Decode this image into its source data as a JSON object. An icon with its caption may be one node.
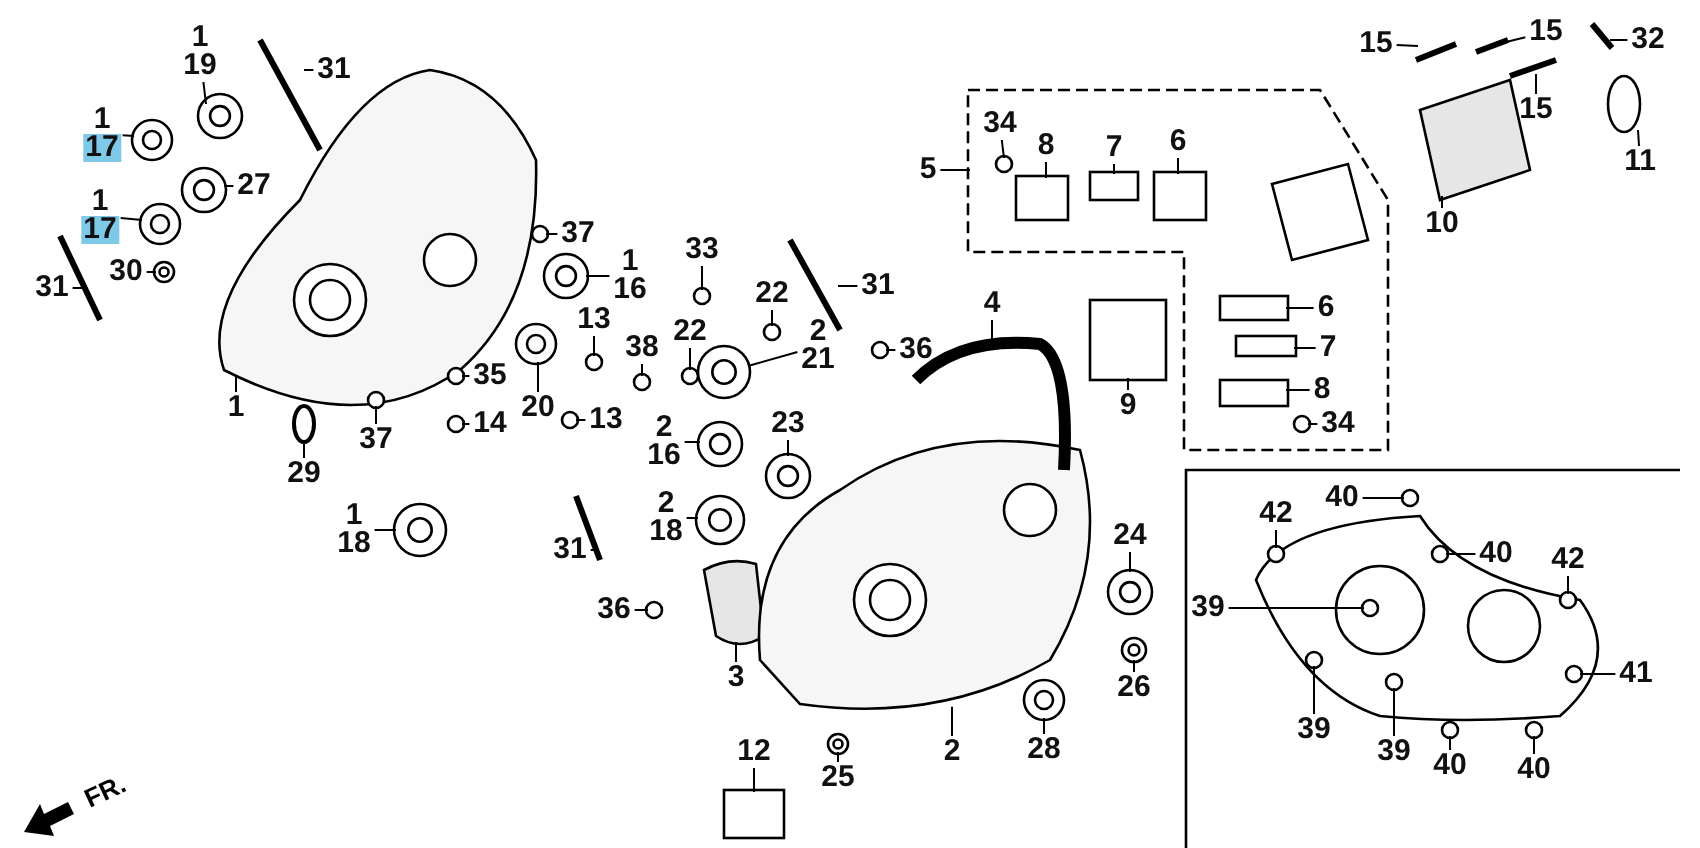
{
  "diagram": {
    "nodes": [
      {
        "text": [
          "1",
          "19"
        ]
      },
      {
        "text": [
          "31"
        ]
      },
      {
        "text": [
          "1",
          "17"
        ]
      },
      {
        "text": [
          "27"
        ]
      },
      {
        "text": [
          "1",
          "17"
        ]
      },
      {
        "text": [
          "30"
        ]
      },
      {
        "text": [
          "31"
        ]
      },
      {
        "text": [
          "1"
        ]
      },
      {
        "text": [
          "37"
        ]
      },
      {
        "text": [
          "1",
          "16"
        ]
      },
      {
        "text": [
          "33"
        ]
      },
      {
        "text": [
          "22"
        ]
      },
      {
        "text": [
          "13"
        ]
      },
      {
        "text": [
          "22"
        ]
      },
      {
        "text": [
          "38"
        ]
      },
      {
        "text": [
          "2",
          "21"
        ]
      },
      {
        "text": [
          "31"
        ]
      },
      {
        "text": [
          "36"
        ]
      },
      {
        "text": [
          "35"
        ]
      },
      {
        "text": [
          "20"
        ]
      },
      {
        "text": [
          "13"
        ]
      },
      {
        "text": [
          "14"
        ]
      },
      {
        "text": [
          "37"
        ]
      },
      {
        "text": [
          "2",
          "16"
        ]
      },
      {
        "text": [
          "23"
        ]
      },
      {
        "text": [
          "29"
        ]
      },
      {
        "text": [
          "1",
          "18"
        ]
      },
      {
        "text": [
          "2",
          "18"
        ]
      },
      {
        "text": [
          "31"
        ]
      },
      {
        "text": [
          "36"
        ]
      },
      {
        "text": [
          "3"
        ]
      },
      {
        "text": [
          "2"
        ]
      },
      {
        "text": [
          "12"
        ]
      },
      {
        "text": [
          "25"
        ]
      },
      {
        "text": [
          "28"
        ]
      },
      {
        "text": [
          "24"
        ]
      },
      {
        "text": [
          "26"
        ]
      },
      {
        "text": [
          "4"
        ]
      },
      {
        "text": [
          "5"
        ]
      },
      {
        "text": [
          "34"
        ],
        "in": 102
      },
      {
        "text": [
          "8"
        ],
        "in": 102
      },
      {
        "text": [
          "7"
        ],
        "in": 102
      },
      {
        "text": [
          "6"
        ],
        "in": 102
      },
      {
        "text": [
          "9"
        ]
      },
      {
        "text": [
          "6"
        ],
        "in": 102
      },
      {
        "text": [
          "7"
        ],
        "in": 102
      },
      {
        "text": [
          "8"
        ],
        "in": 102
      },
      {
        "text": [
          "34"
        ],
        "in": 102
      },
      {
        "text": [
          "15"
        ]
      },
      {
        "text": [
          "15"
        ]
      },
      {
        "text": [
          "15"
        ]
      },
      {
        "text": [
          "10"
        ]
      },
      {
        "text": [
          "32"
        ]
      },
      {
        "text": [
          "11"
        ]
      },
      {
        "text": [
          "40"
        ]
      },
      {
        "text": [
          "42"
        ]
      },
      {
        "text": [
          "40"
        ]
      },
      {
        "text": [
          "42"
        ]
      },
      {
        "text": [
          "39"
        ]
      },
      {
        "text": [
          "41"
        ]
      },
      {
        "text": [
          "39"
        ]
      },
      {
        "text": [
          "39"
        ]
      },
      {
        "text": [
          "40"
        ]
      },
      {
        "text": [
          "40"
        ]
      },
      {
        "text": [],
        "shape": "picture"
      },
      {
        "text": [],
        "shape": "picture"
      },
      {
        "text": [],
        "shape": "picture"
      },
      {
        "text": [],
        "shape": "picture"
      },
      {
        "text": [],
        "shape": "picture"
      },
      {
        "text": [],
        "shape": "picture"
      },
      {
        "text": [],
        "shape": "picture"
      },
      {
        "text": [],
        "shape": "picture"
      },
      {
        "text": [],
        "shape": "circle"
      },
      {
        "text": [],
        "shape": "picture"
      },
      {
        "text": [],
        "shape": "circle"
      },
      {
        "text": [],
        "shape": "circle"
      },
      {
        "text": [],
        "shape": "circle"
      },
      {
        "text": [],
        "shape": "circle"
      },
      {
        "text": [],
        "shape": "circle"
      },
      {
        "text": [],
        "shape": "picture"
      },
      {
        "text": [],
        "shape": "picture"
      },
      {
        "text": [],
        "shape": "circle"
      },
      {
        "text": [],
        "shape": "circle"
      },
      {
        "text": [],
        "shape": "picture"
      },
      {
        "text": [],
        "shape": "circle"
      },
      {
        "text": [],
        "shape": "circle"
      },
      {
        "text": [],
        "shape": "circle"
      },
      {
        "text": [],
        "shape": "picture"
      },
      {
        "text": [],
        "shape": "picture"
      },
      {
        "text": [],
        "shape": "circle"
      },
      {
        "text": [],
        "shape": "picture"
      },
      {
        "text": [],
        "shape": "picture"
      },
      {
        "text": [],
        "shape": "picture"
      },
      {
        "text": [],
        "shape": "circle"
      },
      {
        "text": [],
        "shape": "picture"
      },
      {
        "text": [],
        "shape": "picture"
      },
      {
        "text": [],
        "shape": "box"
      },
      {
        "text": [],
        "shape": "picture"
      },
      {
        "text": [],
        "shape": "picture"
      },
      {
        "text": [],
        "shape": "picture"
      },
      {
        "text": [],
        "shape": "picture"
      },
      {
        "text": [],
        "shape": "picture"
      },
      {
        "text": [],
        "shape": "box"
      },
      {
        "text": [],
        "shape": "circle",
        "in": 102
      },
      {
        "text": [],
        "shape": "box",
        "in": 102
      },
      {
        "text": [],
        "shape": "box",
        "in": 102
      },
      {
        "text": [],
        "shape": "box",
        "in": 102
      },
      {
        "text": [],
        "shape": "box"
      },
      {
        "text": [],
        "shape": "box",
        "in": 102
      },
      {
        "text": [],
        "shape": "box",
        "in": 102
      },
      {
        "text": [],
        "shape": "box",
        "in": 102
      },
      {
        "text": [],
        "shape": "circle",
        "in": 102
      },
      {
        "text": [],
        "shape": "picture"
      },
      {
        "text": [],
        "shape": "picture"
      },
      {
        "text": [],
        "shape": "picture"
      },
      {
        "text": [],
        "shape": "picture"
      },
      {
        "text": [],
        "shape": "picture"
      },
      {
        "text": [],
        "shape": "circle"
      },
      {
        "text": [],
        "shape": "circle"
      },
      {
        "text": [],
        "shape": "circle"
      },
      {
        "text": [],
        "shape": "circle"
      },
      {
        "text": [],
        "shape": "circle"
      },
      {
        "text": [],
        "shape": "circle"
      },
      {
        "text": [],
        "shape": "circle"
      },
      {
        "text": [],
        "shape": "circle"
      },
      {
        "text": [],
        "shape": "circle"
      },
      {
        "text": [],
        "shape": "circle"
      },
      {
        "text": [],
        "shape": "circle"
      }
    ],
    "edges": [
      {
        "from": 0,
        "to": 64,
        "arrow": "none"
      },
      {
        "from": 1,
        "to": 65,
        "arrow": "none"
      },
      {
        "from": 2,
        "to": 66,
        "arrow": "none"
      },
      {
        "from": 3,
        "to": 67,
        "arrow": "none"
      },
      {
        "from": 4,
        "to": 68,
        "arrow": "none"
      },
      {
        "from": 5,
        "to": 69,
        "arrow": "none"
      },
      {
        "from": 6,
        "to": 70,
        "arrow": "none"
      },
      {
        "from": 7,
        "to": 71,
        "arrow": "none"
      },
      {
        "from": 8,
        "to": 72,
        "arrow": "none"
      },
      {
        "from": 9,
        "to": 73,
        "arrow": "none"
      },
      {
        "from": 10,
        "to": 74,
        "arrow": "none"
      },
      {
        "from": 11,
        "to": 75,
        "arrow": "none"
      },
      {
        "from": 12,
        "to": 76,
        "arrow": "none"
      },
      {
        "from": 13,
        "to": 77,
        "arrow": "none"
      },
      {
        "from": 14,
        "to": 78,
        "arrow": "none"
      },
      {
        "from": 15,
        "to": 79,
        "arrow": "none"
      },
      {
        "from": 16,
        "to": 80,
        "arrow": "none"
      },
      {
        "from": 17,
        "to": 81,
        "arrow": "none"
      },
      {
        "from": 18,
        "to": 82,
        "arrow": "none"
      },
      {
        "from": 19,
        "to": 83,
        "arrow": "none"
      },
      {
        "from": 20,
        "to": 84,
        "arrow": "none"
      },
      {
        "from": 21,
        "to": 85,
        "arrow": "none"
      },
      {
        "from": 22,
        "to": 86,
        "arrow": "none"
      },
      {
        "from": 23,
        "to": 87,
        "arrow": "none"
      },
      {
        "from": 24,
        "to": 88,
        "arrow": "none"
      },
      {
        "from": 25,
        "to": 89,
        "arrow": "none"
      },
      {
        "from": 26,
        "to": 90,
        "arrow": "none"
      },
      {
        "from": 27,
        "to": 91,
        "arrow": "none"
      },
      {
        "from": 28,
        "to": 92,
        "arrow": "none"
      },
      {
        "from": 29,
        "to": 93,
        "arrow": "none"
      },
      {
        "from": 30,
        "to": 94,
        "arrow": "none"
      },
      {
        "from": 31,
        "to": 95,
        "arrow": "none"
      },
      {
        "from": 32,
        "to": 96,
        "arrow": "none"
      },
      {
        "from": 33,
        "to": 97,
        "arrow": "none"
      },
      {
        "from": 34,
        "to": 98,
        "arrow": "none"
      },
      {
        "from": 35,
        "to": 99,
        "arrow": "none"
      },
      {
        "from": 36,
        "to": 100,
        "arrow": "none"
      },
      {
        "from": 37,
        "to": 101,
        "arrow": "none"
      },
      {
        "from": 38,
        "to": 102,
        "arrow": "none"
      },
      {
        "from": 39,
        "to": 103,
        "arrow": "none"
      },
      {
        "from": 40,
        "to": 104,
        "arrow": "none"
      },
      {
        "from": 41,
        "to": 105,
        "arrow": "none"
      },
      {
        "from": 42,
        "to": 106,
        "arrow": "none"
      },
      {
        "from": 43,
        "to": 107,
        "arrow": "none"
      },
      {
        "from": 44,
        "to": 108,
        "arrow": "none"
      },
      {
        "from": 45,
        "to": 109,
        "arrow": "none"
      },
      {
        "from": 46,
        "to": 110,
        "arrow": "none"
      },
      {
        "from": 47,
        "to": 111,
        "arrow": "none"
      },
      {
        "from": 48,
        "to": 112,
        "arrow": "none"
      },
      {
        "from": 49,
        "to": 113,
        "arrow": "none"
      },
      {
        "from": 50,
        "to": 114,
        "arrow": "none"
      },
      {
        "from": 51,
        "to": 115,
        "arrow": "none"
      },
      {
        "from": 52,
        "to": 116,
        "arrow": "none"
      },
      {
        "from": 53,
        "to": 117,
        "arrow": "none"
      },
      {
        "from": 54,
        "to": 118,
        "arrow": "none"
      },
      {
        "from": 55,
        "to": 119,
        "arrow": "none"
      },
      {
        "from": 56,
        "to": 120,
        "arrow": "none"
      },
      {
        "from": 57,
        "to": 121,
        "arrow": "none"
      },
      {
        "from": 58,
        "to": 122,
        "arrow": "none"
      },
      {
        "from": 59,
        "to": 123,
        "arrow": "none"
      },
      {
        "from": 60,
        "to": 124,
        "arrow": "none"
      },
      {
        "from": 61,
        "to": 125,
        "arrow": "none"
      },
      {
        "from": 62,
        "to": 126,
        "arrow": "none"
      },
      {
        "from": 63,
        "to": 127,
        "arrow": "none"
      }
    ],
    "labels": [
      "FR."
    ]
  }
}
